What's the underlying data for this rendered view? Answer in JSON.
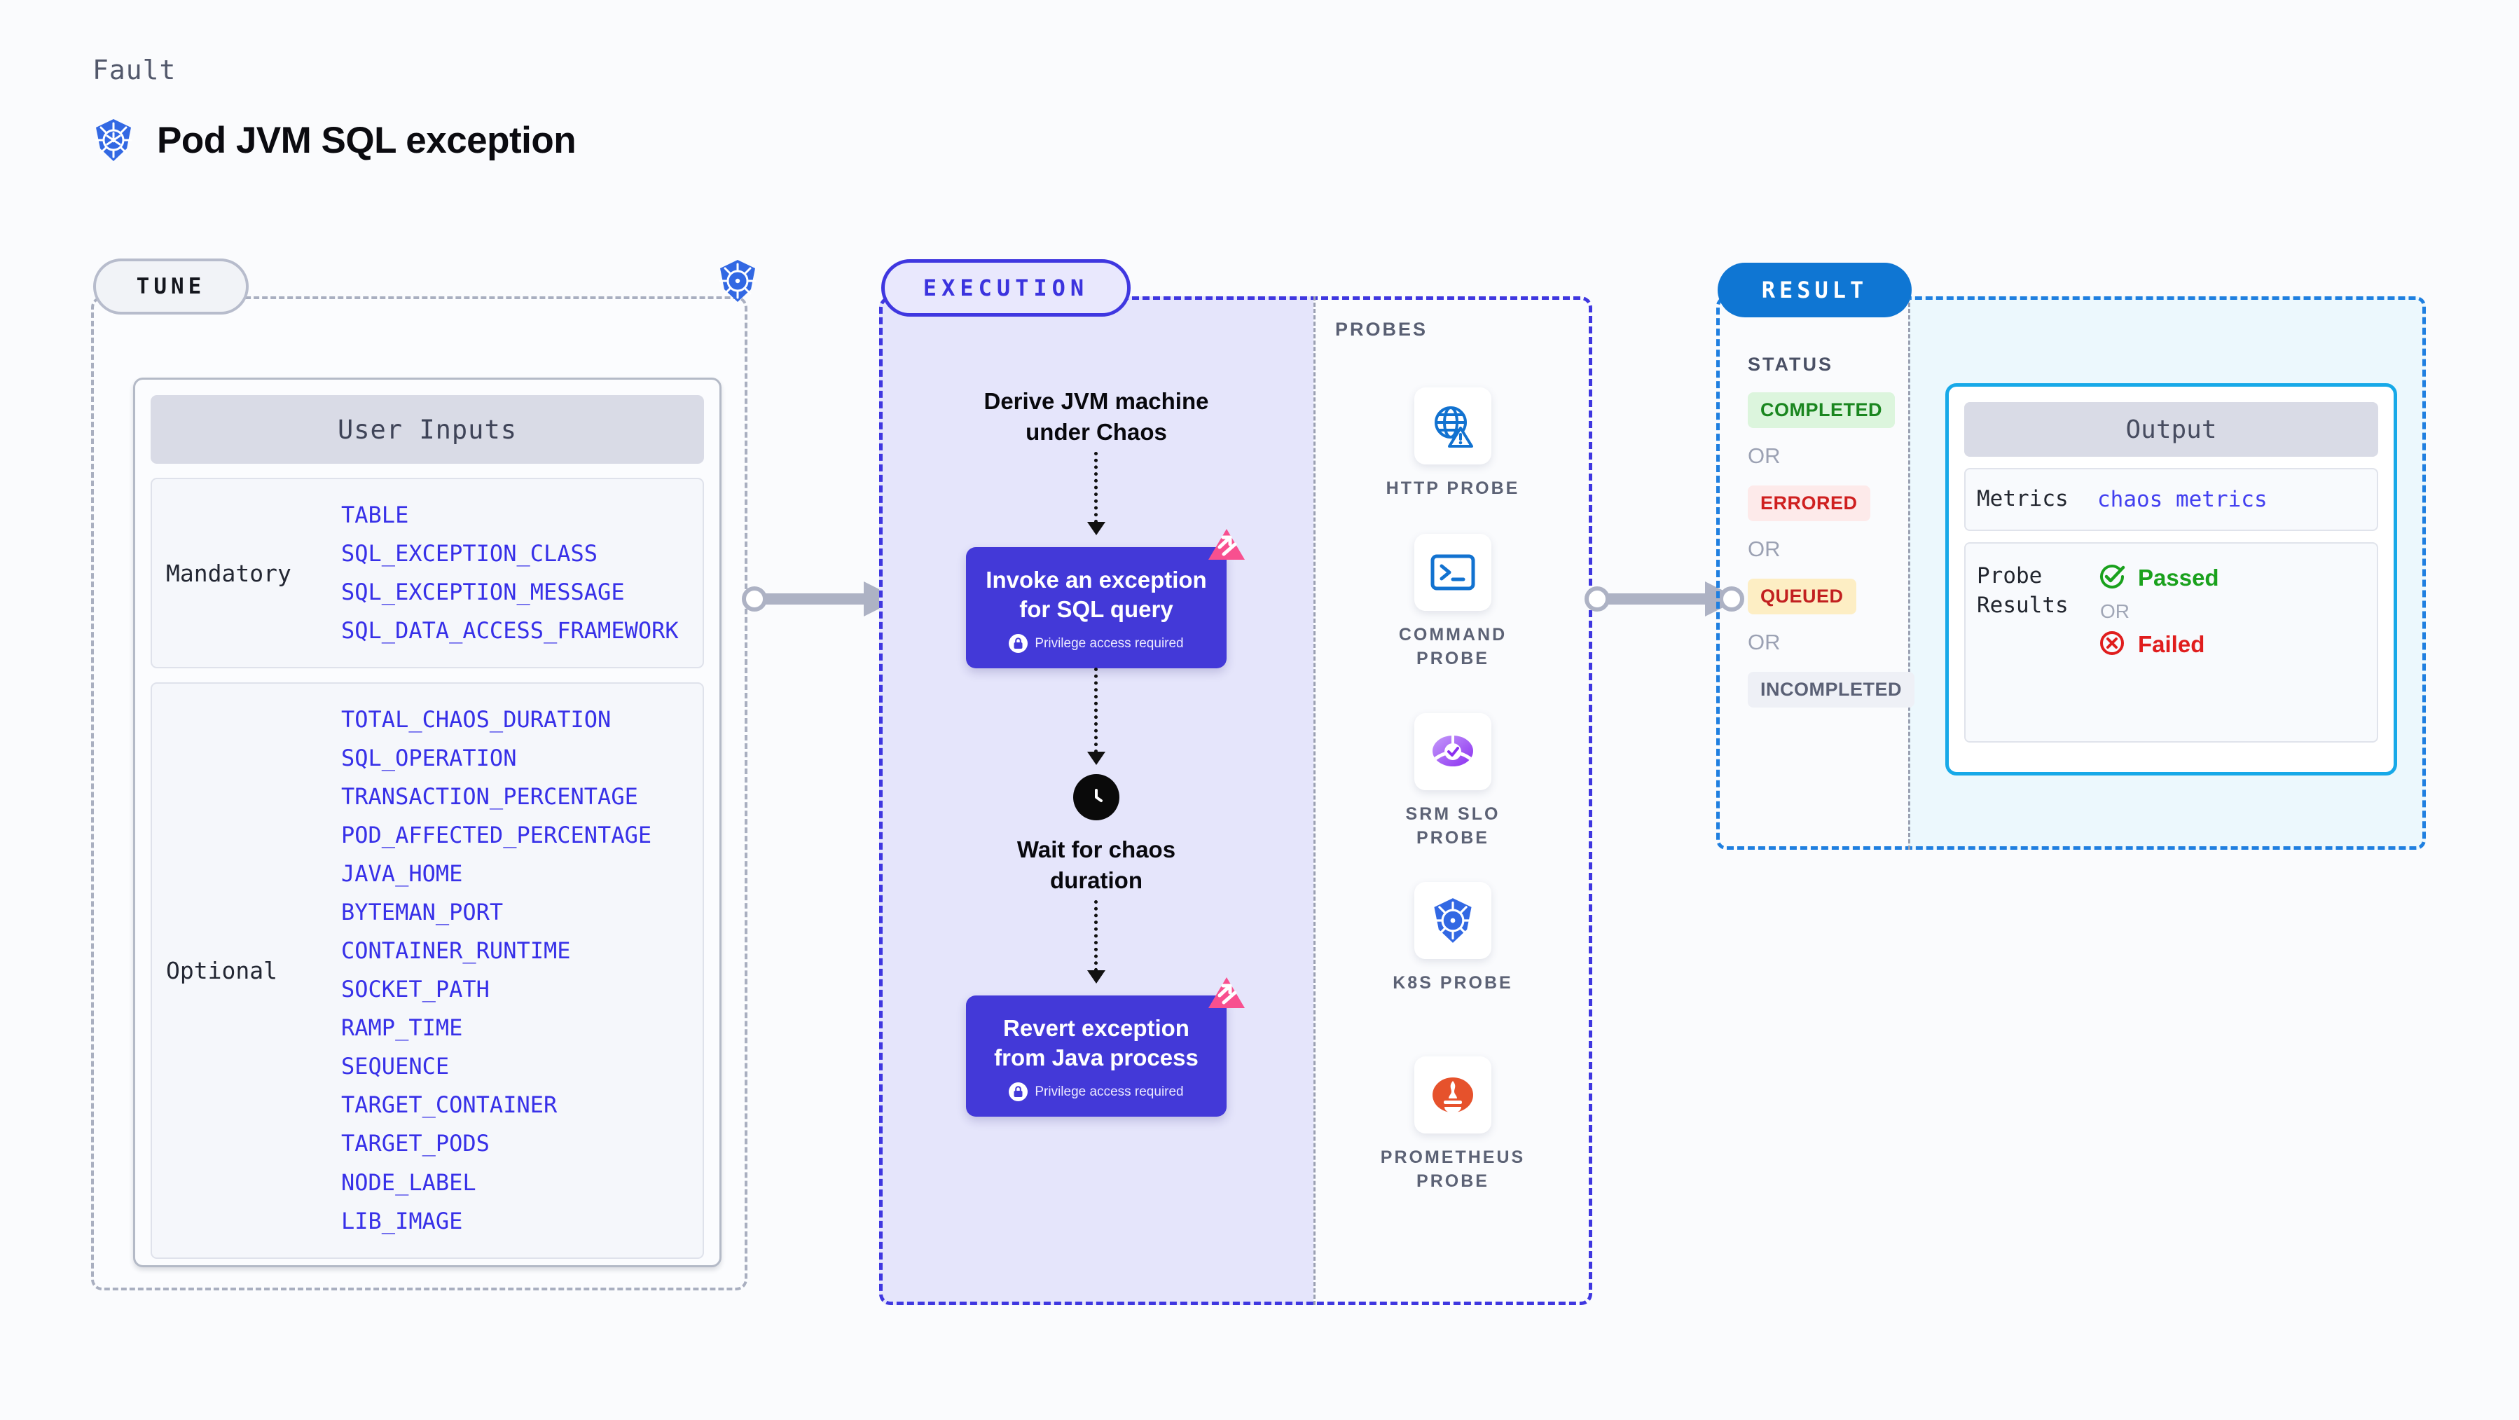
{
  "header": {
    "kicker": "Fault",
    "title": "Pod JVM SQL exception",
    "logo_icon": "kubernetes-icon"
  },
  "tune": {
    "badge": "TUNE",
    "k8s_icon": "kubernetes-icon",
    "card_title": "User Inputs",
    "groups": [
      {
        "label": "Mandatory",
        "params": [
          "TABLE",
          "SQL_EXCEPTION_CLASS",
          "SQL_EXCEPTION_MESSAGE",
          "SQL_DATA_ACCESS_FRAMEWORK"
        ]
      },
      {
        "label": "Optional",
        "params": [
          "TOTAL_CHAOS_DURATION",
          "SQL_OPERATION",
          "TRANSACTION_PERCENTAGE",
          "POD_AFFECTED_PERCENTAGE",
          "JAVA_HOME",
          "BYTEMAN_PORT",
          "CONTAINER_RUNTIME",
          "SOCKET_PATH",
          "RAMP_TIME",
          "SEQUENCE",
          "TARGET_CONTAINER",
          "TARGET_PODS",
          "NODE_LABEL",
          "LIB_IMAGE"
        ]
      }
    ]
  },
  "execution": {
    "badge": "EXECUTION",
    "steps": [
      {
        "kind": "text",
        "label": "Derive JVM machine\nunder Chaos"
      },
      {
        "kind": "node",
        "label": "Invoke an exception\nfor SQL query",
        "privilege": "Privilege access required",
        "lock_icon": "lock-icon",
        "mark_icon": "litmus-chaos-icon"
      },
      {
        "kind": "wait",
        "label": "Wait for chaos\nduration",
        "icon": "clock-icon"
      },
      {
        "kind": "node",
        "label": "Revert exception\nfrom Java process",
        "privilege": "Privilege access required",
        "lock_icon": "lock-icon",
        "mark_icon": "litmus-chaos-icon"
      }
    ]
  },
  "probes": {
    "title": "PROBES",
    "items": [
      {
        "label": "HTTP PROBE",
        "icon": "globe-warning-icon"
      },
      {
        "label": "COMMAND PROBE",
        "icon": "terminal-icon"
      },
      {
        "label": "SRM SLO PROBE",
        "icon": "slo-gauge-icon"
      },
      {
        "label": "K8S PROBE",
        "icon": "kubernetes-icon"
      },
      {
        "label": "PROMETHEUS PROBE",
        "icon": "prometheus-icon"
      }
    ]
  },
  "result": {
    "badge": "RESULT",
    "status_title": "STATUS",
    "or_label": "OR",
    "statuses": [
      {
        "label": "COMPLETED",
        "bg": "#dcf5dd",
        "fg": "#1a861f"
      },
      {
        "label": "ERRORED",
        "bg": "#fdeaea",
        "fg": "#cf2020"
      },
      {
        "label": "QUEUED",
        "bg": "#fdeec4",
        "fg": "#c22020"
      },
      {
        "label": "INCOMPLETED",
        "bg": "#eef0f6",
        "fg": "#5a6075"
      }
    ],
    "output": {
      "title": "Output",
      "metrics_key": "Metrics",
      "metrics_value": "chaos metrics",
      "probe_results_key": "Probe\nResults",
      "passed_label": "Passed",
      "passed_icon": "check-circle-icon",
      "failed_label": "Failed",
      "failed_icon": "x-circle-icon",
      "or_label": "OR"
    }
  },
  "colors": {
    "accent_indigo": "#4339d8",
    "accent_blue": "#0f76d3",
    "accent_cyan": "#17a9e8",
    "k8s_blue": "#3268e3",
    "chaos_pink": "#f8508f",
    "param_text": "#3730e8"
  }
}
